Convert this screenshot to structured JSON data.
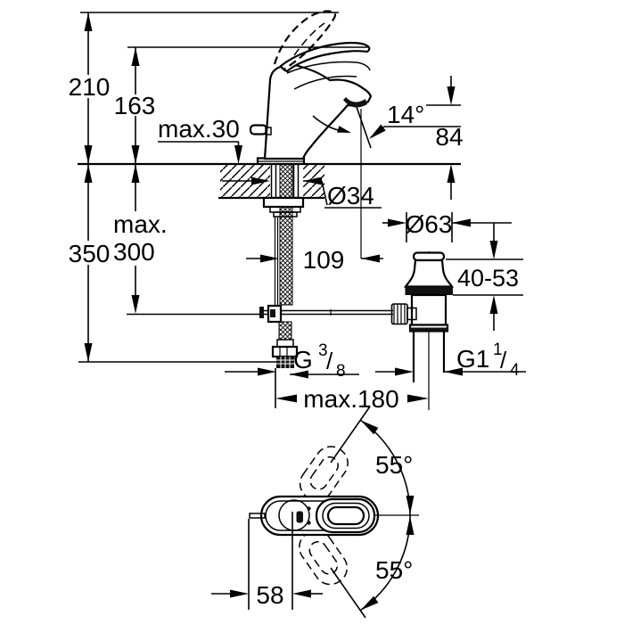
{
  "drawing": {
    "type": "faucet-installation-dimension-drawing",
    "colors": {
      "line": "#000000",
      "background": "#ffffff"
    },
    "labels": {
      "overall_height": "210",
      "spout_height": "163",
      "max_deck_thickness": "max.30",
      "spray_angle": "14°",
      "outlet_height": "84",
      "hole_diameter": "Ø34",
      "spout_reach": "109",
      "waste_flange_diameter": "Ø63",
      "below_deck_max_line1": "max.",
      "below_deck_max_line2": "300",
      "below_deck_total": "350",
      "plug_adjust_range": "40-53",
      "supply_thread_g": "G",
      "supply_thread_num": "3",
      "supply_thread_slash": "/",
      "supply_thread_den": "8",
      "waste_thread_g": "G1",
      "waste_thread_num": "1",
      "waste_thread_slash": "/",
      "waste_thread_den": "4",
      "max_spread": "max.180",
      "handle_swing_upper": "55°",
      "handle_swing_lower": "55°",
      "handle_rod_offset": "58"
    }
  }
}
